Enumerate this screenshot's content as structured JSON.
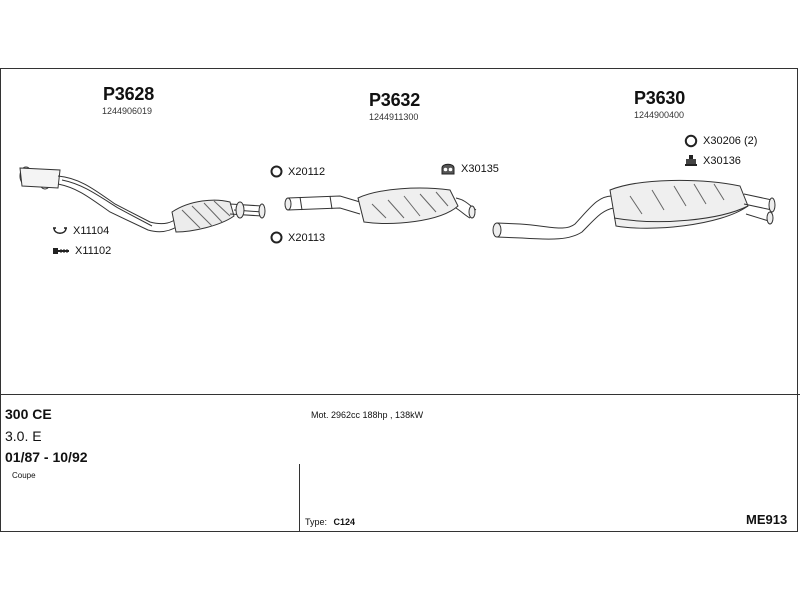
{
  "parts": [
    {
      "code": "P3628",
      "number": "1244906019"
    },
    {
      "code": "P3632",
      "number": "1244911300"
    },
    {
      "code": "P3630",
      "number": "1244900400"
    }
  ],
  "accessories": {
    "x11104": {
      "code": "X11104",
      "icon": "clamp-icon"
    },
    "x11102": {
      "code": "X11102",
      "icon": "bolt-icon"
    },
    "x20112": {
      "code": "X20112",
      "icon": "ring-icon"
    },
    "x20113": {
      "code": "X20113",
      "icon": "ring-icon"
    },
    "x30135": {
      "code": "X30135",
      "icon": "hanger-icon"
    },
    "x30206": {
      "code": "X30206 (2)",
      "icon": "ring-icon"
    },
    "x30136": {
      "code": "X30136",
      "icon": "mount-icon"
    }
  },
  "vehicle": {
    "model": "300 CE",
    "engine": "3.0. E",
    "years": "01/87 - 10/92",
    "body": "Coupe"
  },
  "specs": {
    "motor": "Mot. 2962cc 188hp , 138kW",
    "type_label": "Type:",
    "type_value": "C124",
    "reference": "ME913"
  }
}
